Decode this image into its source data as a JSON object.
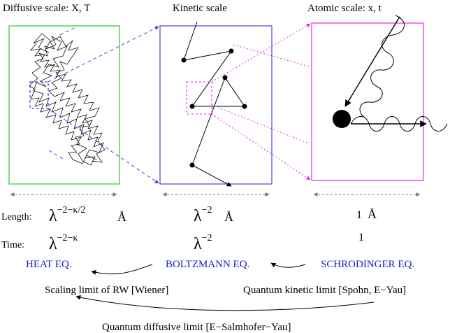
{
  "panels": {
    "diffusive": {
      "title": "Diffusive scale: X, T",
      "color": "#22cc22"
    },
    "kinetic": {
      "title": "Kinetic scale",
      "color": "#4444ee"
    },
    "atomic": {
      "title": "Atomic scale:  x, t",
      "color": "#ee22ee"
    }
  },
  "rows": {
    "length": {
      "label": "Length:",
      "diffusive": {
        "base": "λ",
        "exp": "−2−κ/2",
        "unit": "Å"
      },
      "kinetic": {
        "base": "λ",
        "exp": "−2",
        "unit": "Å"
      },
      "atomic": {
        "value": "1",
        "unit": "Å"
      }
    },
    "time": {
      "label": "Time:",
      "diffusive": {
        "base": "λ",
        "exp": "−2−κ"
      },
      "kinetic": {
        "base": "λ",
        "exp": "−2"
      },
      "atomic": {
        "value": "1"
      }
    }
  },
  "equations": {
    "heat": "HEAT EQ.",
    "boltzmann": "BOLTZMANN EQ.",
    "schrodinger": "SCHRODINGER EQ.",
    "color": "#1a1acc"
  },
  "limits": {
    "wiener": "Scaling limit of RW [Wiener]",
    "kinetic": "Quantum kinetic limit [Spohn, E−Yau]",
    "diffusive": "Quantum diffusive limit [E−Salmhofer−Yau]"
  }
}
